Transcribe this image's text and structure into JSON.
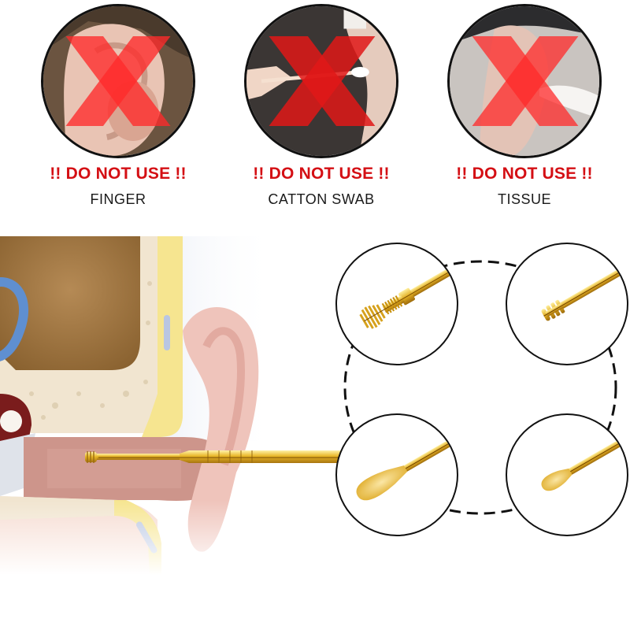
{
  "warnings": [
    {
      "title": "!! DO NOT USE !!",
      "label": "FINGER",
      "image": "ear-with-finger-photo",
      "mark": "red-x-icon"
    },
    {
      "title": "!! DO NOT USE !!",
      "label": "CATTON SWAB",
      "image": "cotton-swab-in-ear-photo",
      "mark": "red-x-icon"
    },
    {
      "title": "!! DO NOT USE !!",
      "label": "TISSUE",
      "image": "tissue-in-ear-photo",
      "mark": "red-x-icon"
    }
  ],
  "illustration": {
    "subject": "ear-canal-cross-section",
    "tool": "gold-spiral-ear-pick"
  },
  "tool_details": [
    {
      "position": "top-left",
      "tip": "spiral-brush-tip"
    },
    {
      "position": "top-right",
      "tip": "spring-coil-tip"
    },
    {
      "position": "bottom-left",
      "tip": "large-spoon-tip"
    },
    {
      "position": "bottom-right",
      "tip": "small-spoon-tip"
    }
  ],
  "colors": {
    "warning_red": "#d40f14",
    "label_dark": "#1a1a1a",
    "gold": "#e2b32c",
    "x_overlay": "#ff2a2a"
  }
}
